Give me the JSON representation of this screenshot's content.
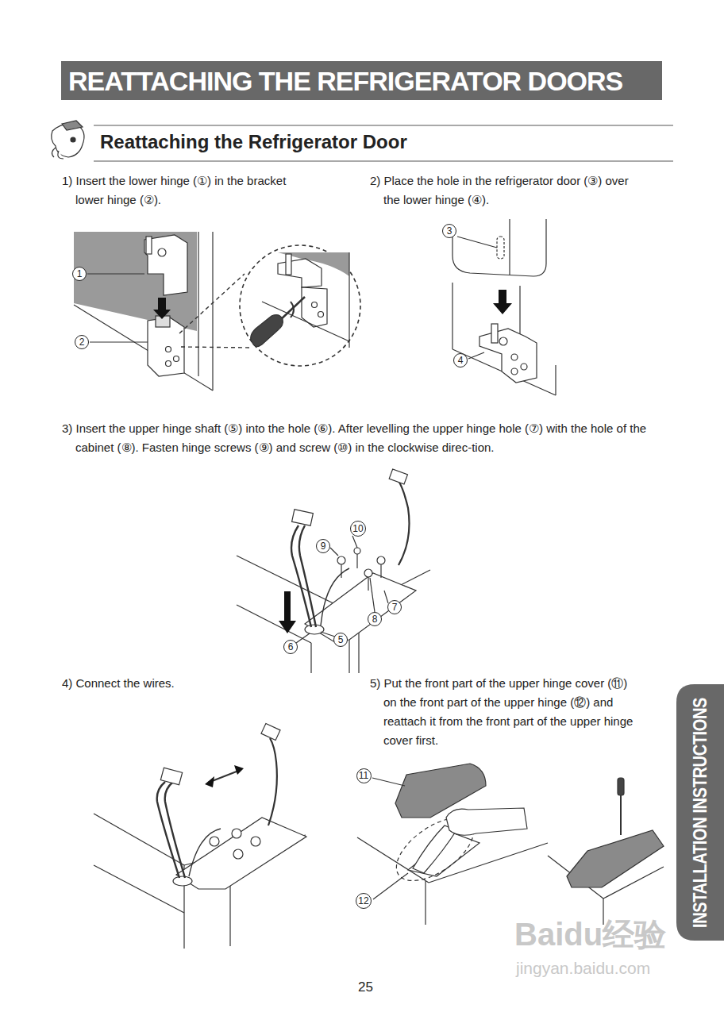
{
  "diagram": {
    "title": "REATTACHING THE REFRIGERATOR DOORS",
    "nodes": [
      {
        "text": [
          "1"
        ]
      },
      {
        "text": [
          "2"
        ]
      },
      {
        "text": [
          "3"
        ]
      },
      {
        "text": [
          "4"
        ]
      },
      {
        "text": [
          "10"
        ]
      },
      {
        "text": [
          "9"
        ]
      },
      {
        "text": [
          "8"
        ]
      },
      {
        "text": [
          "7"
        ]
      },
      {
        "text": [
          "6"
        ]
      },
      {
        "text": [
          "5"
        ]
      },
      {
        "text": [
          "11"
        ]
      },
      {
        "text": [
          "12"
        ]
      },
      {
        "text": [
          "INSTALLATION INSTRUCTIONS"
        ]
      }
    ],
    "labels": [
      "Reattaching the Refrigerator Door",
      "1) Insert the lower hinge (①) in the bracket lower hinge (②).",
      "2) Place the hole in the refrigerator door (③) over the lower hinge (④).",
      "3) Insert the upper hinge shaft (⑤) into the hole (⑥). After levelling the upper hinge hole (⑦) with the hole of the cabinet (⑧). Fasten hinge screws (⑨) and screw (⑩) in the clockwise direc-tion.",
      "4) Connect the wires.",
      "5) Put the front part of the upper hinge cover (⑪) on the front part of the upper hinge (⑫) and reattach it from the front part of the upper hinge cover first.",
      "25",
      "Baidu经验",
      "jingyan.baidu.com"
    ]
  }
}
